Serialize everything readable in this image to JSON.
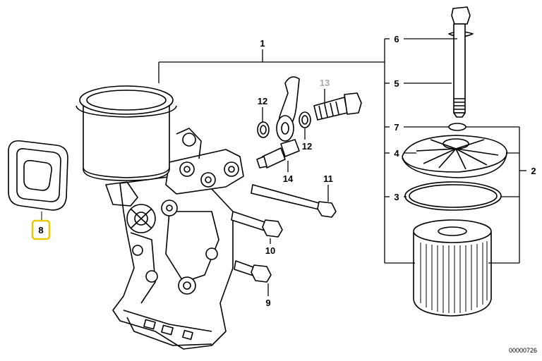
{
  "diagram": {
    "callouts": [
      {
        "id": "c1",
        "label": "1"
      },
      {
        "id": "c2",
        "label": "2"
      },
      {
        "id": "c3",
        "label": "3"
      },
      {
        "id": "c4",
        "label": "4"
      },
      {
        "id": "c5",
        "label": "5"
      },
      {
        "id": "c6",
        "label": "6"
      },
      {
        "id": "c7",
        "label": "7"
      },
      {
        "id": "c8",
        "label": "8",
        "highlighted": true,
        "highlight_color": "#e8c800"
      },
      {
        "id": "c9",
        "label": "9"
      },
      {
        "id": "c10",
        "label": "10"
      },
      {
        "id": "c11",
        "label": "11"
      },
      {
        "id": "c12a",
        "label": "12"
      },
      {
        "id": "c12b",
        "label": "12"
      },
      {
        "id": "c13",
        "label": "13",
        "faded": true
      },
      {
        "id": "c14",
        "label": "14"
      }
    ],
    "drawing_code": "00000726"
  }
}
